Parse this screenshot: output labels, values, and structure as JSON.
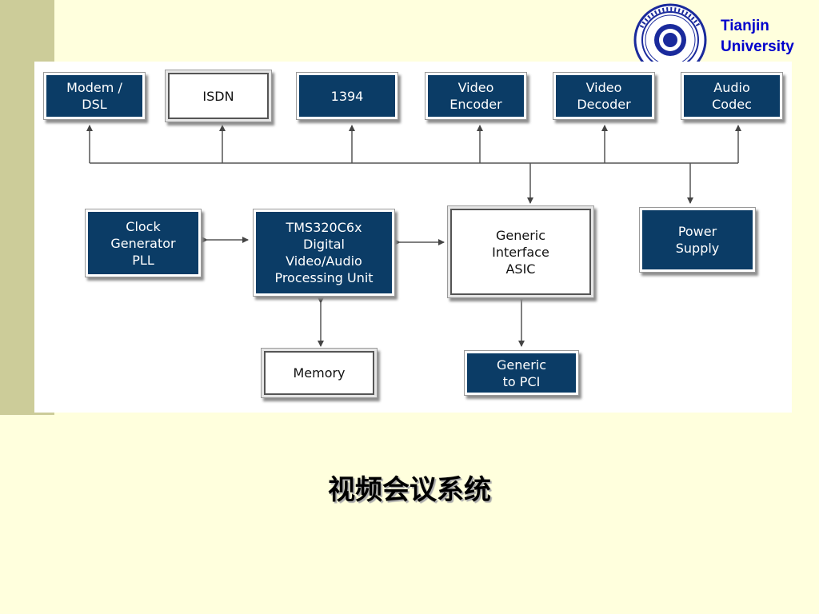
{
  "brand": {
    "line1": "Tianjin",
    "line2": "University"
  },
  "diagram": {
    "blocks": {
      "modem": "Modem /\nDSL",
      "isdn": "ISDN",
      "ieee1394": "1394",
      "video_encoder": "Video\nEncoder",
      "video_decoder": "Video\nDecoder",
      "audio_codec": "Audio\nCodec",
      "clock": "Clock\nGenerator\nPLL",
      "dsp": "TMS320C6x\nDigital\nVideo/Audio\nProcessing Unit",
      "asic": "Generic\nInterface\nASIC",
      "power": "Power\nSupply",
      "memory": "Memory",
      "pci": "Generic\nto PCI"
    }
  },
  "caption": "视频会议系统",
  "colors": {
    "background": "#ffffdd",
    "side_bar": "#cccc99",
    "block_fill": "#0b3c66",
    "brand_text": "#0000cc"
  }
}
